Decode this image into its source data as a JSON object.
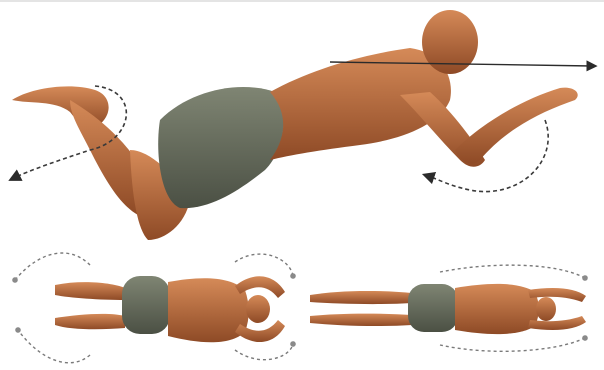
{
  "figure": {
    "alt": "",
    "panels": [
      {
        "view": "side-view",
        "pose": "prone-kick-with-arms-extended"
      },
      {
        "view": "top-view",
        "pose": "prone-knees-bent-arms-bent"
      },
      {
        "view": "top-view",
        "pose": "prone-legs-straight-arms-forward"
      }
    ],
    "colors": {
      "skin": "#c47848",
      "skin_shadow": "#8e4a26",
      "shorts": "#6f7563",
      "shorts_shadow": "#4b5044",
      "arrow_dark": "#2b2b2b",
      "arrow_light": "#8a8a8a",
      "background": "#ffffff"
    }
  }
}
